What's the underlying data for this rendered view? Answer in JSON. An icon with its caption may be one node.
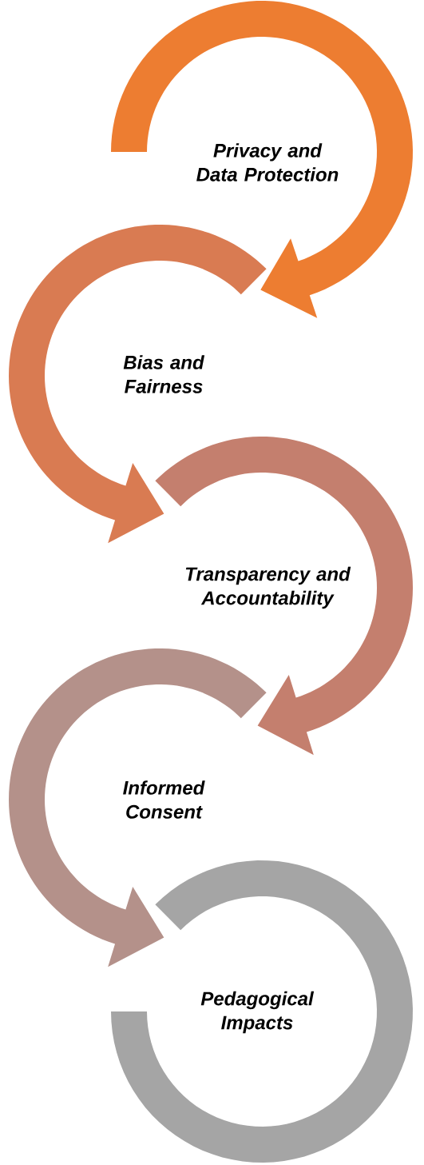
{
  "diagram": {
    "nodes": [
      {
        "text": [
          "Privacy and Data Protection"
        ]
      },
      {
        "text": [
          "Bias and Fairness"
        ]
      },
      {
        "text": [
          "Transparency and Accountability"
        ]
      },
      {
        "text": [
          "Informed Consent"
        ]
      },
      {
        "text": [
          "Pedagogical Impacts"
        ]
      }
    ],
    "edges": [
      {
        "from": 0,
        "to": 1,
        "arrow": "to"
      },
      {
        "from": 1,
        "to": 2,
        "arrow": "to"
      },
      {
        "from": 2,
        "to": 3,
        "arrow": "to"
      },
      {
        "from": 3,
        "to": 4,
        "arrow": "to"
      }
    ]
  }
}
